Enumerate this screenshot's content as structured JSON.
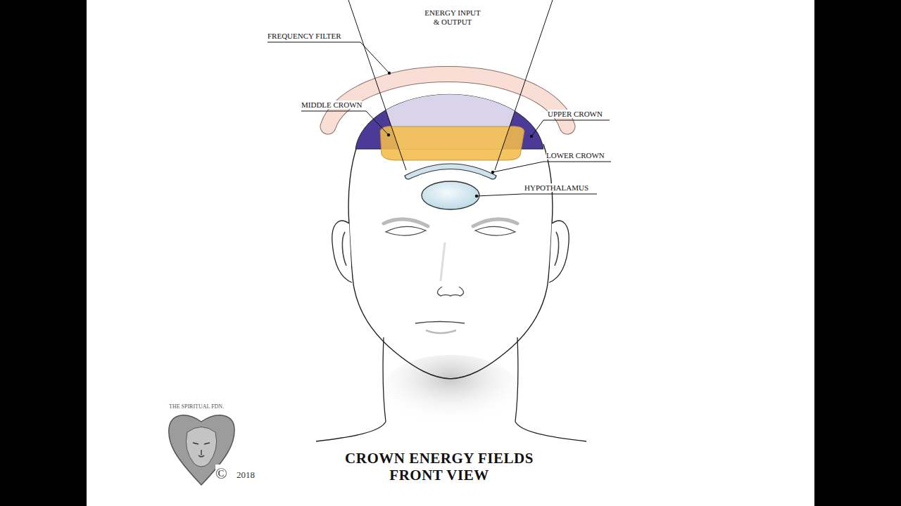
{
  "diagram": {
    "title": "CROWN ENERGY FIELDS FRONT VIEW",
    "labels": [
      "ENERGY INPUT & OUTPUT",
      "FREQUENCY FILTER",
      "MIDDLE CROWN",
      "UPPER CROWN",
      "LOWER CROWN",
      "HYPOTHALAMUS",
      "THE SPIRITUAL FDN.",
      "©",
      "2018"
    ]
  }
}
